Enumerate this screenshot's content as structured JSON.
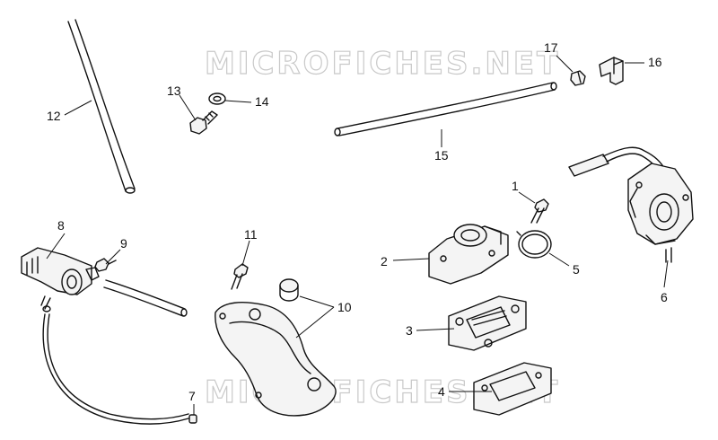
{
  "watermark": "MICROFICHES.NET",
  "callouts": [
    {
      "key": "c1",
      "label": "1"
    },
    {
      "key": "c2",
      "label": "2"
    },
    {
      "key": "c3",
      "label": "3"
    },
    {
      "key": "c4",
      "label": "4"
    },
    {
      "key": "c5",
      "label": "5"
    },
    {
      "key": "c6",
      "label": "6"
    },
    {
      "key": "c7",
      "label": "7"
    },
    {
      "key": "c8",
      "label": "8"
    },
    {
      "key": "c9",
      "label": "9"
    },
    {
      "key": "c10",
      "label": "10"
    },
    {
      "key": "c11",
      "label": "11"
    },
    {
      "key": "c12",
      "label": "12"
    },
    {
      "key": "c13",
      "label": "13"
    },
    {
      "key": "c14",
      "label": "14"
    },
    {
      "key": "c15",
      "label": "15"
    },
    {
      "key": "c16",
      "label": "16"
    },
    {
      "key": "c17",
      "label": "17"
    }
  ]
}
